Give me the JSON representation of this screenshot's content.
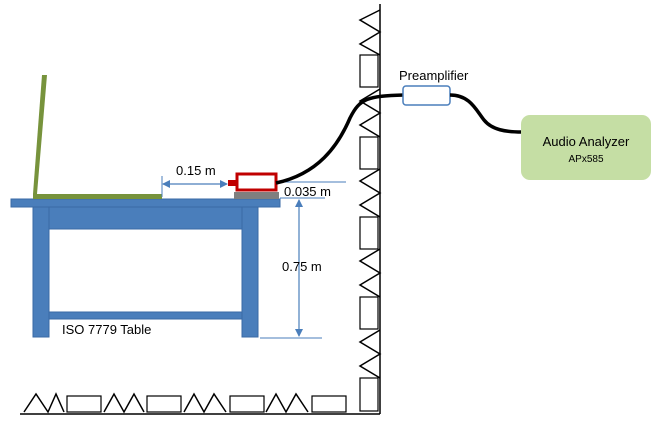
{
  "labels": {
    "horizontal_distance": "0.15 m",
    "mic_height": "0.035 m",
    "table_height": "0.75 m",
    "table_name": "ISO 7779 Table",
    "preamplifier": "Preamplifier"
  },
  "analyzer": {
    "title": "Audio Analyzer",
    "model": "APx585"
  },
  "colors": {
    "table": "#4a7ebb",
    "table_edge": "#3a6aa6",
    "laptop": "#77933c",
    "microphone_border": "#c00000",
    "mic_base": "#7f7f7f",
    "cable": "#000000",
    "dimension": "#4a7ebb",
    "analyzer_fill": "#c5dea4",
    "preamp_border": "#4a7ebb"
  },
  "icons": {
    "wall": "acoustic-wedge-wall-icon",
    "floor": "acoustic-wedge-floor-icon",
    "microphone": "microphone-icon",
    "laptop": "laptop-icon"
  }
}
